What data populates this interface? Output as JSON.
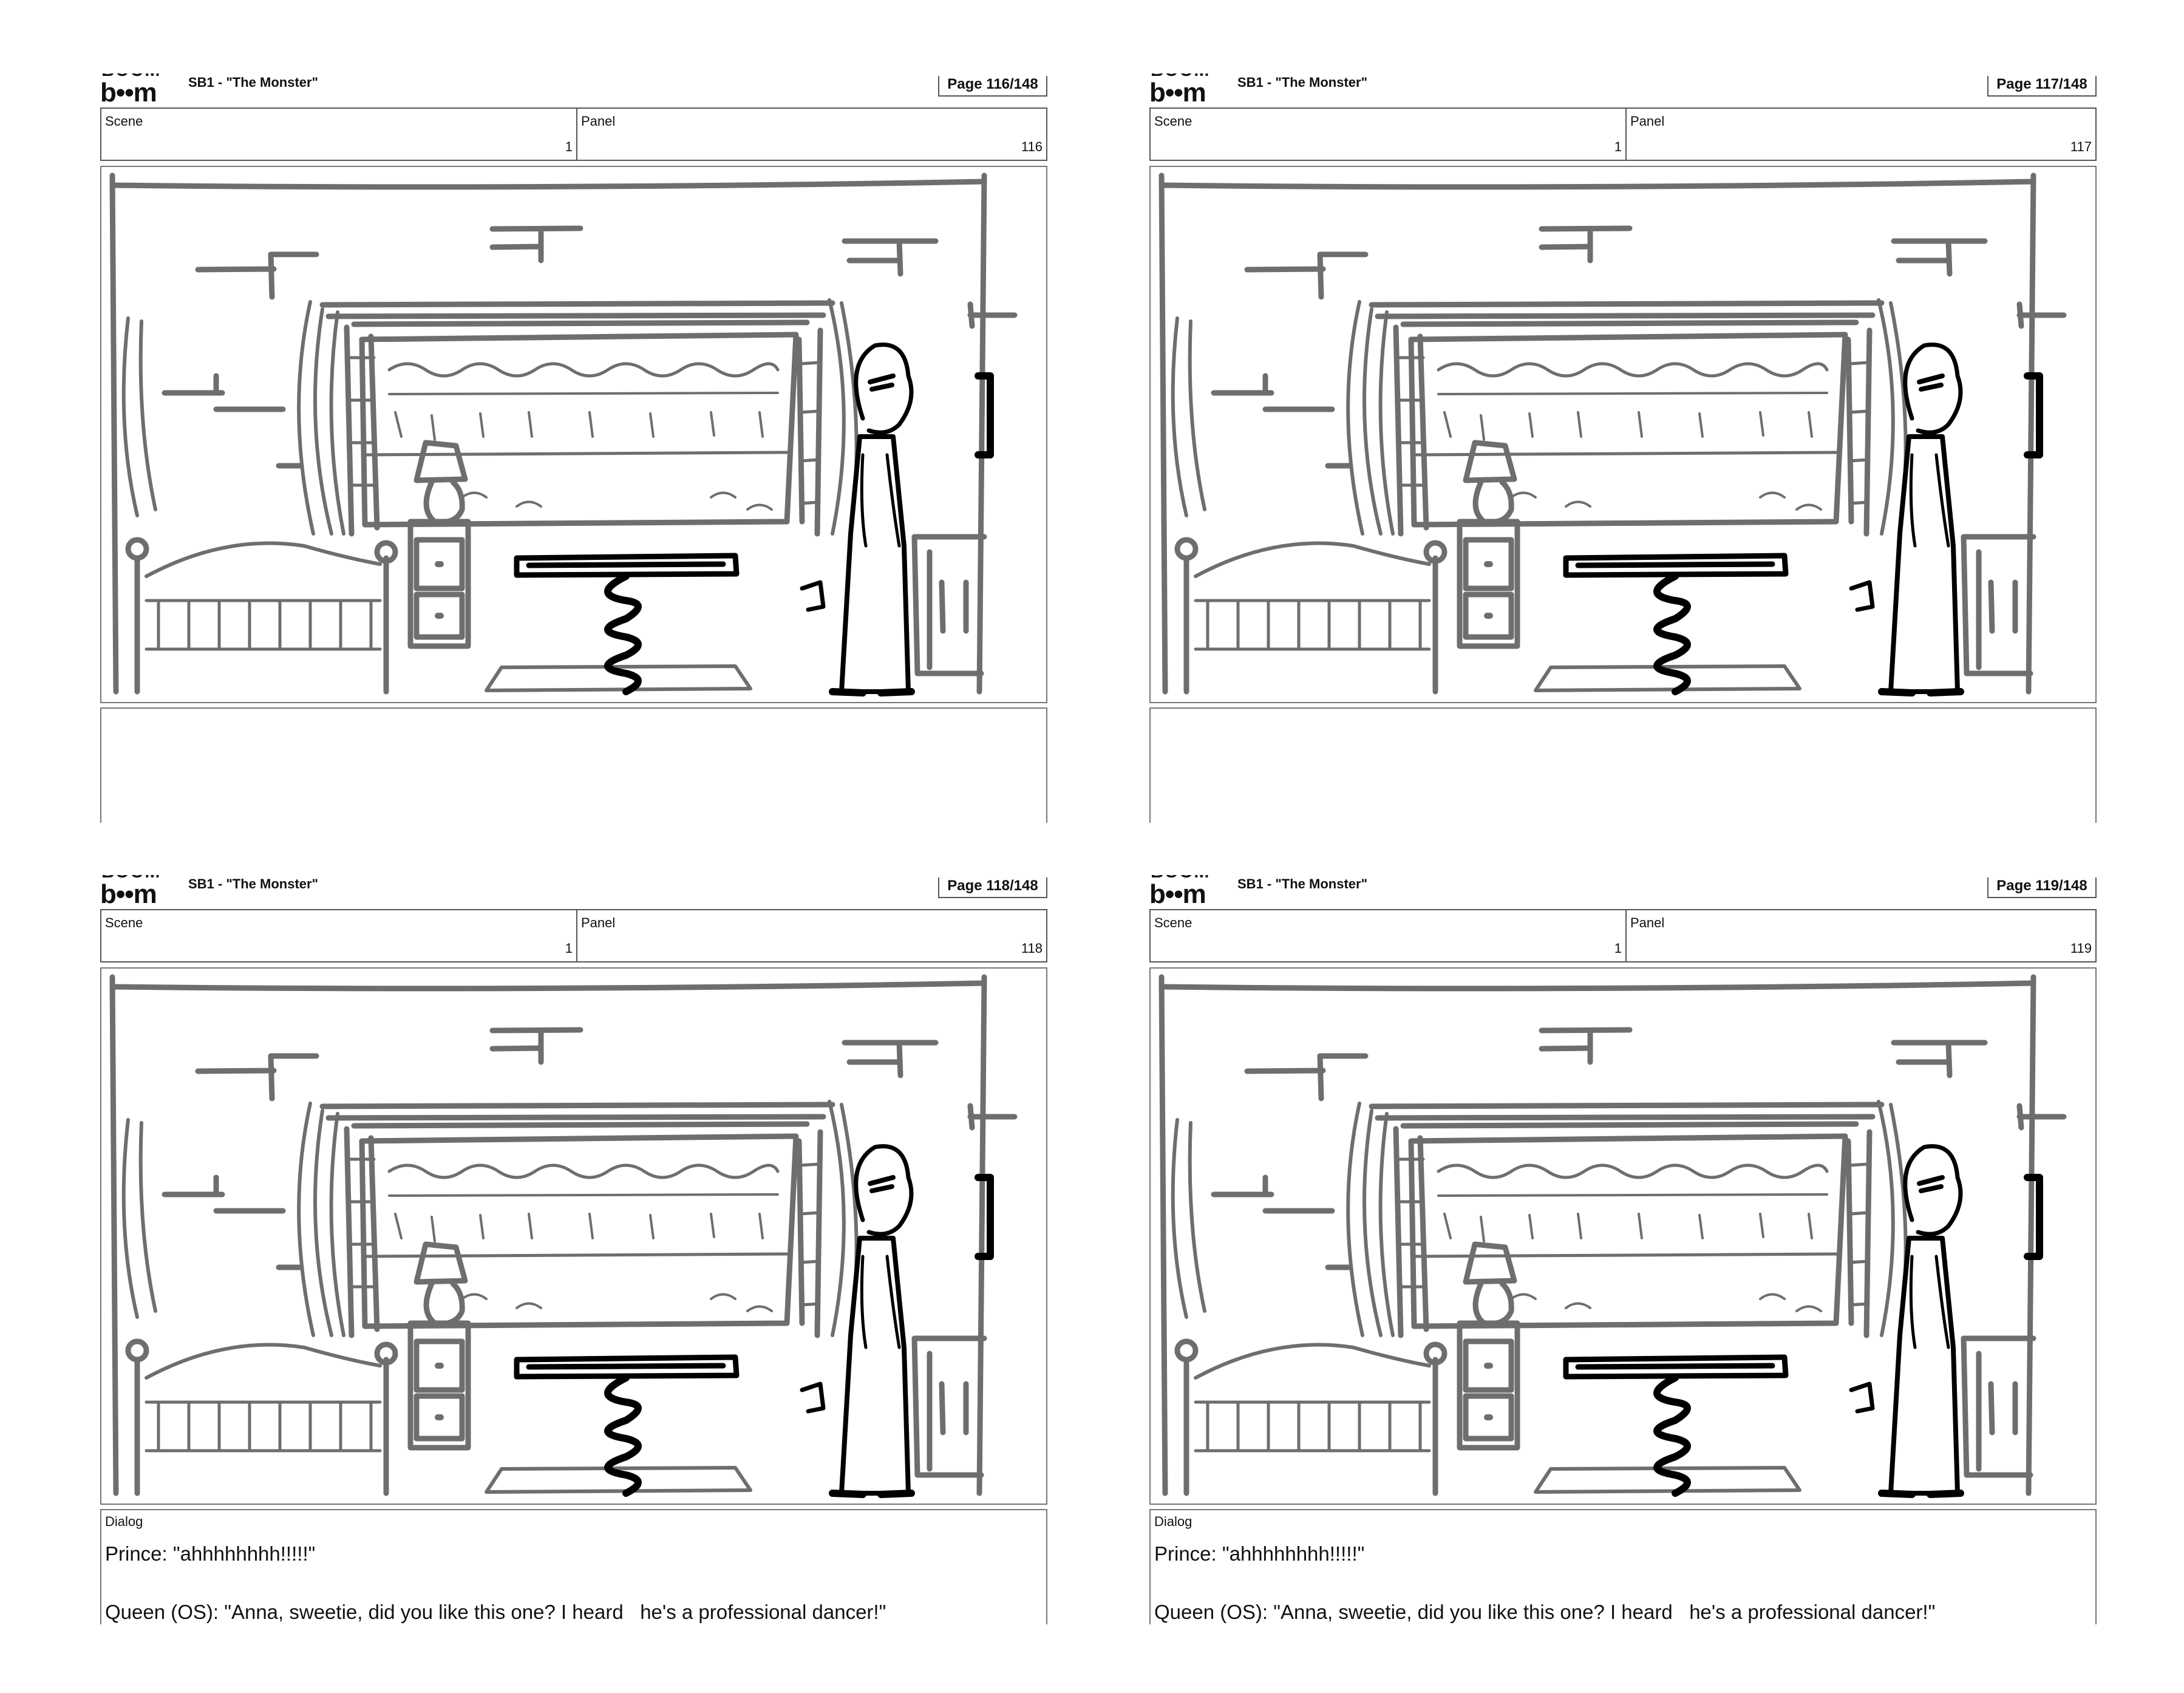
{
  "logo": {
    "top_text": "BOOM",
    "main_text": "b••m"
  },
  "document_title": "SB1 - \"The Monster\"",
  "labels": {
    "scene": "Scene",
    "panel": "Panel",
    "dialog": "Dialog"
  },
  "pages": [
    {
      "page_label": "Page 116/148",
      "scene": "1",
      "panel": "116",
      "dialog": []
    },
    {
      "page_label": "Page 117/148",
      "scene": "1",
      "panel": "117",
      "dialog": []
    },
    {
      "page_label": "Page 118/148",
      "scene": "1",
      "panel": "118",
      "dialog": [
        "Prince: \"ahhhhhhhh!!!!!\"",
        "",
        "Queen (OS): \"Anna, sweetie, did you like this one? I heard   he's a professional dancer!\""
      ]
    },
    {
      "page_label": "Page 119/148",
      "scene": "1",
      "panel": "119",
      "dialog": [
        "Prince: \"ahhhhhhhh!!!!!\"",
        "",
        "Queen (OS): \"Anna, sweetie, did you like this one? I heard   he's a professional dancer!\""
      ]
    }
  ],
  "colors": {
    "sketch_gray": "#6e6e6e",
    "ink": "#000000",
    "border": "#555555"
  }
}
